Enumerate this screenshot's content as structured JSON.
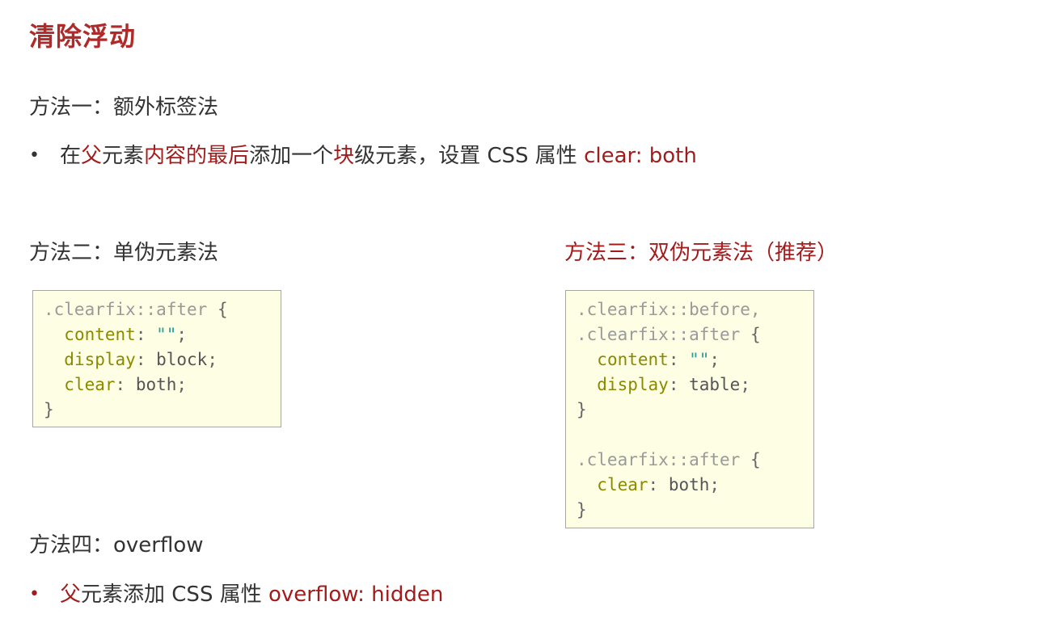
{
  "title": "清除浮动",
  "method1": {
    "heading": "方法一：额外标签法",
    "bullet": {
      "dot": "•",
      "segments": [
        "在",
        "父",
        "元素",
        "内容的最后",
        "添加一个",
        "块",
        "级元素，设置 CSS 属性 ",
        "clear: both"
      ]
    }
  },
  "method2": {
    "heading": "方法二：单伪元素法",
    "code": {
      "selector": ".clearfix::after",
      "open": " {",
      "props": [
        {
          "name": "content",
          "value": "\"\""
        },
        {
          "name": "display",
          "value": "block"
        },
        {
          "name": "clear",
          "value": "both"
        }
      ],
      "close": "}"
    }
  },
  "method3": {
    "heading": "方法三：双伪元素法（推荐）",
    "code": {
      "selector1": ".clearfix::before,",
      "selector2": ".clearfix::after",
      "open": " {",
      "props1": [
        {
          "name": "content",
          "value": "\"\""
        },
        {
          "name": "display",
          "value": "table"
        }
      ],
      "close": "}",
      "selector3": ".clearfix::after",
      "props2": [
        {
          "name": "clear",
          "value": "both"
        }
      ]
    }
  },
  "method4": {
    "heading": "方法四：overflow",
    "bullet": {
      "dot": "•",
      "segments": [
        "父",
        "元素添加 CSS 属性 ",
        "overflow: hidden"
      ]
    }
  },
  "colors": {
    "accent": "#a31c1c",
    "title": "#b12a2a",
    "code_bg": "#fefee4",
    "code_prop": "#8a8a00",
    "code_string": "#2aa198"
  }
}
